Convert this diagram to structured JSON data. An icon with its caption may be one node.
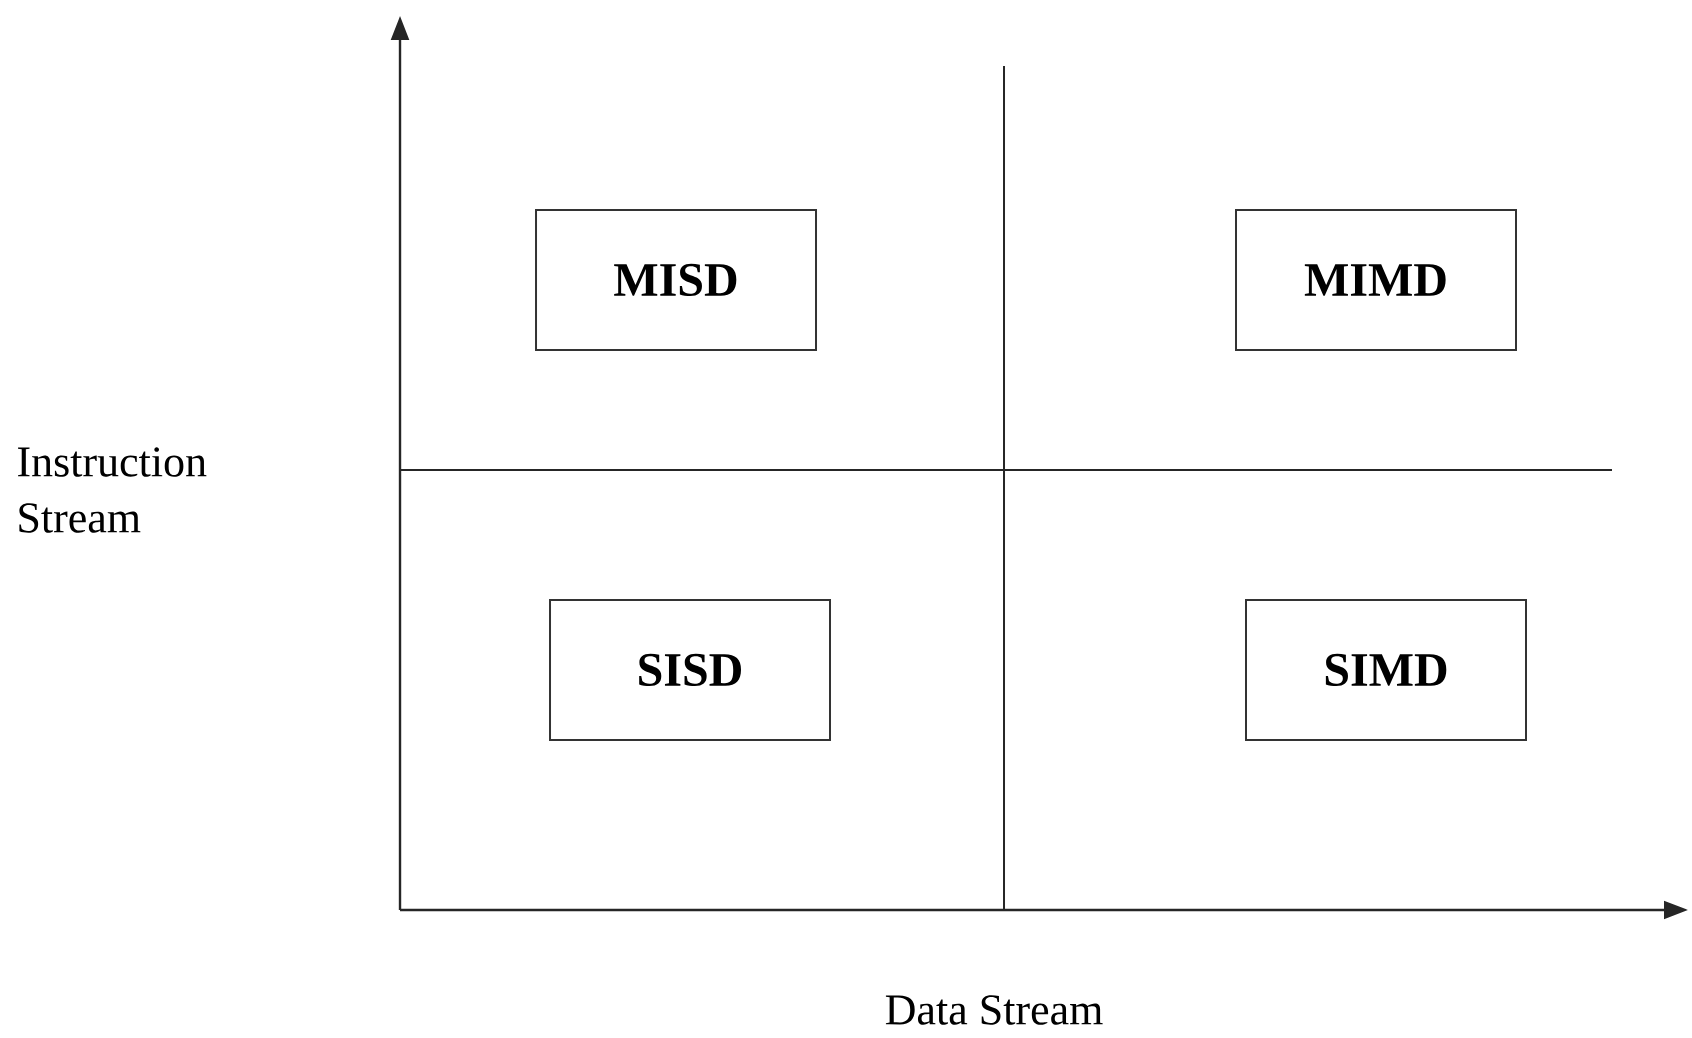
{
  "diagram": {
    "nodes": [
      {
        "text": [
          "MISD"
        ]
      },
      {
        "text": [
          "MIMD"
        ]
      },
      {
        "text": [
          "SISD"
        ]
      },
      {
        "text": [
          "SIMD"
        ]
      }
    ],
    "labels": [
      "Instruction Stream",
      "Data Stream"
    ]
  }
}
